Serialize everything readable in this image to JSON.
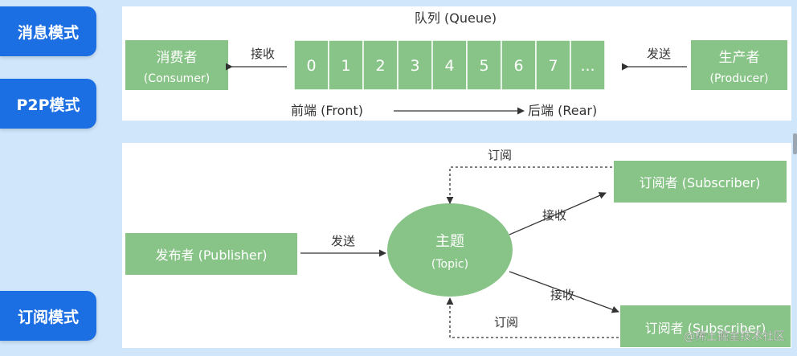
{
  "sidebar": {
    "items": [
      {
        "label": "消息模式"
      },
      {
        "label": "P2P模式"
      },
      {
        "label": "订阅模式"
      }
    ]
  },
  "p2p_diagram": {
    "queue_title": "队列 (Queue)",
    "consumer_label": "消费者",
    "consumer_sub": "(Consumer)",
    "receive_label": "接收",
    "queue_cells": [
      "0",
      "1",
      "2",
      "3",
      "4",
      "5",
      "6",
      "7",
      "..."
    ],
    "send_label": "发送",
    "producer_label": "生产者",
    "producer_sub": "(Producer)",
    "front_label": "前端 (Front)",
    "rear_label": "后端 (Rear)"
  },
  "pubsub_diagram": {
    "publisher_label": "发布者 (Publisher)",
    "send_label": "发送",
    "topic_label": "主题",
    "topic_sub": "(Topic)",
    "receive_label_top": "接收",
    "receive_label_bottom": "接收",
    "subscribe_label_top": "订阅",
    "subscribe_label_bottom": "订阅",
    "subscriber_top": "订阅者 (Subscriber)",
    "subscriber_bottom": "订阅者 (Subscriber)"
  },
  "watermark": "@稀土掘金技术社区",
  "colors": {
    "box_fill": "#88c487",
    "box_text": "#ffffff",
    "queue_cell_fill": "#88c487",
    "accent_blue": "#1c6fe3",
    "line": "#333333"
  }
}
